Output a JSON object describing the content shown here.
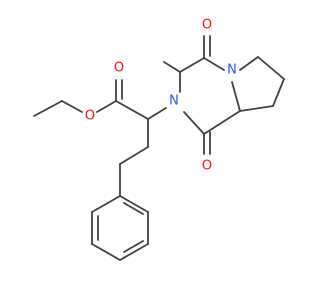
{
  "molecule": {
    "atoms": {
      "o_carbonyl_top": {
        "label": "O",
        "color": "#ff0d0d"
      },
      "o_ester": {
        "label": "O",
        "color": "#ff0d0d"
      },
      "n_alpha": {
        "label": "N",
        "color": "#3050f8"
      },
      "n_ring": {
        "label": "N",
        "color": "#3050f8"
      },
      "o_ring_top": {
        "label": "O",
        "color": "#ff0d0d"
      },
      "o_ring_bottom": {
        "label": "O",
        "color": "#ff0d0d"
      }
    },
    "bond_color": "#404040"
  }
}
